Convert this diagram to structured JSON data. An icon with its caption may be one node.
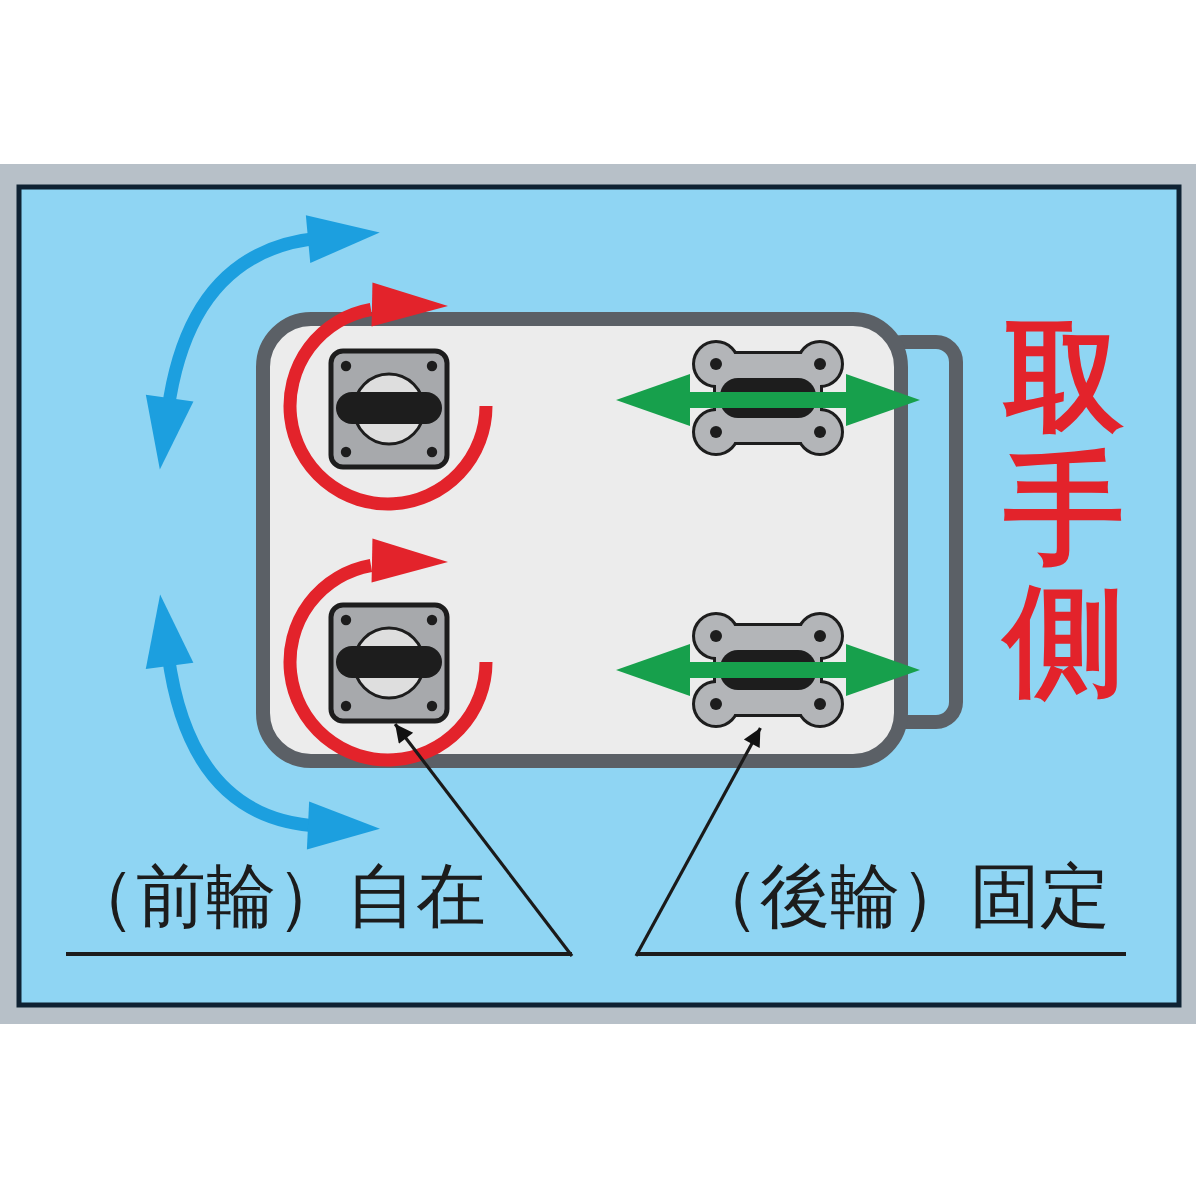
{
  "diagram": {
    "nodes": [
      {
        "text": [
          "（前輪）自在"
        ]
      },
      {
        "text": [
          "（後輪）固定"
        ]
      },
      {
        "text": [],
        "shape": "picture"
      },
      {
        "text": [],
        "shape": "picture"
      }
    ],
    "edges": [
      {
        "from": 0,
        "to": 2,
        "arrow": "to"
      },
      {
        "from": 1,
        "to": 3,
        "arrow": "to"
      }
    ],
    "labels": [
      "取手側"
    ]
  }
}
